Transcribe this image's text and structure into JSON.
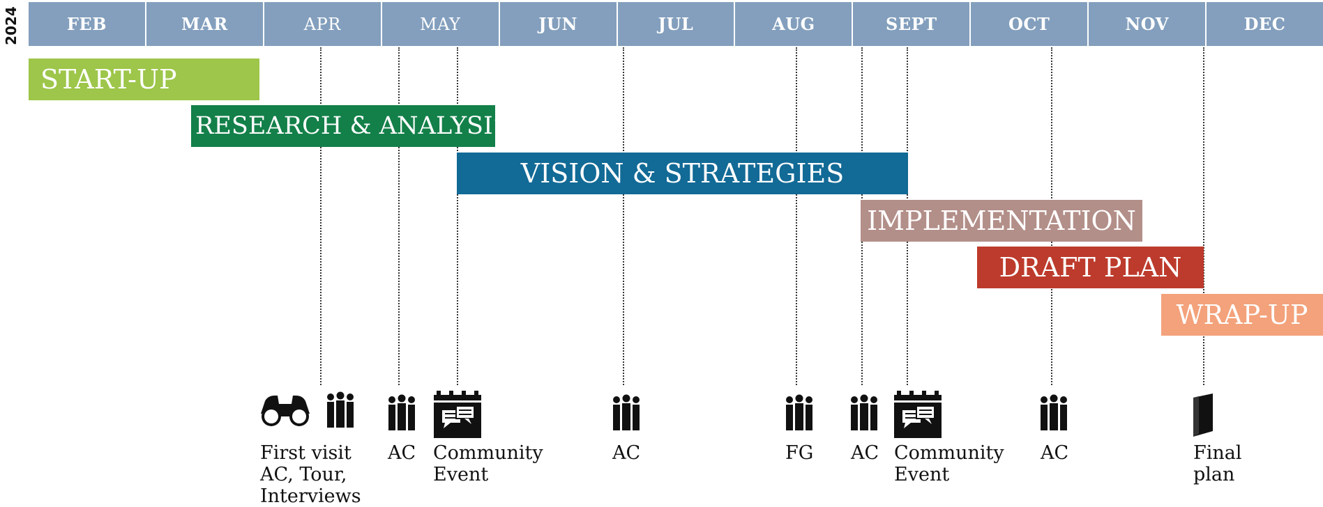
{
  "year": "2024",
  "months": [
    "FEB",
    "MAR",
    "APR",
    "MAY",
    "JUN",
    "JUL",
    "AUG",
    "SEPT",
    "OCT",
    "NOV",
    "DEC"
  ],
  "phases": {
    "startup": {
      "label": "START-UP",
      "color": "#9dc64a"
    },
    "research": {
      "label": "RESEARCH & ANALYSIS",
      "color": "#138049"
    },
    "vision": {
      "label": "VISION & STRATEGIES",
      "color": "#126a96"
    },
    "implementation": {
      "label": "IMPLEMENTATION",
      "color": "#b38f89"
    },
    "draft": {
      "label": "DRAFT PLAN",
      "color": "#bd3b2c"
    },
    "wrapup": {
      "label": "WRAP-UP",
      "color": "#f3a27b"
    }
  },
  "milestones": {
    "first_visit": "First visit\nAC, Tour,\nInterviews",
    "ac_apr": "AC",
    "community_may": "Community\nEvent",
    "ac_jul": "AC",
    "fg_aug": "FG",
    "ac_aug": "AC",
    "community_sept": "Community\nEvent",
    "ac_oct": "AC",
    "final_plan": "Final\nplan"
  }
}
